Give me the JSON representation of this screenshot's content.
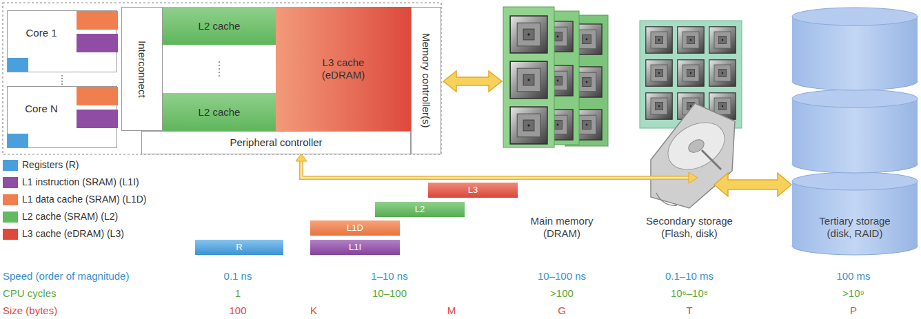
{
  "diagram": {
    "nodes": [
      {
        "text": [
          "Core 1"
        ]
      },
      {
        "text": [
          "Core N"
        ]
      },
      {
        "text": [
          "Interconnect"
        ]
      },
      {
        "text": [
          "L2 cache"
        ]
      },
      {
        "text": [
          "L2 cache"
        ]
      },
      {
        "text": [
          "L3 cache (eDRAM)"
        ]
      },
      {
        "text": [
          "Memory controller(s)"
        ]
      },
      {
        "text": [
          "Peripheral controller"
        ]
      },
      {
        "text": [
          "L3"
        ]
      },
      {
        "text": [
          "L2"
        ]
      },
      {
        "text": [
          "L1D"
        ]
      },
      {
        "text": [
          "R"
        ]
      },
      {
        "text": [
          "L1I"
        ]
      }
    ],
    "labels": [
      "Main memory (DRAM)",
      "Secondary storage (Flash, disk)",
      "Tertiary storage (disk, RAID)",
      "Speed (order of magnitude)",
      "0.1 ns",
      "1–10 ns",
      "10–100 ns",
      "0.1–10 ms",
      "100 ms",
      "CPU cycles",
      "1",
      "10–100",
      ">100",
      "10⁶–10⁸",
      ">10⁹",
      "Size (bytes)",
      "100",
      "K",
      "M",
      "G",
      "T",
      "P"
    ],
    "legend": [
      {
        "text": "Registers (R)",
        "color": "#4aa0dc"
      },
      {
        "text": "L1 instruction (SRAM) (L1I)",
        "color": "#8f4ea3"
      },
      {
        "text": "L1 data cache (SRAM) (L1D)",
        "color": "#ef7f4f"
      },
      {
        "text": "L2 cache (SRAM) (L2)",
        "color": "#62bb5e"
      },
      {
        "text": "L3 cache (eDRAM) (L3)",
        "color": "#dd4a3c"
      }
    ]
  }
}
